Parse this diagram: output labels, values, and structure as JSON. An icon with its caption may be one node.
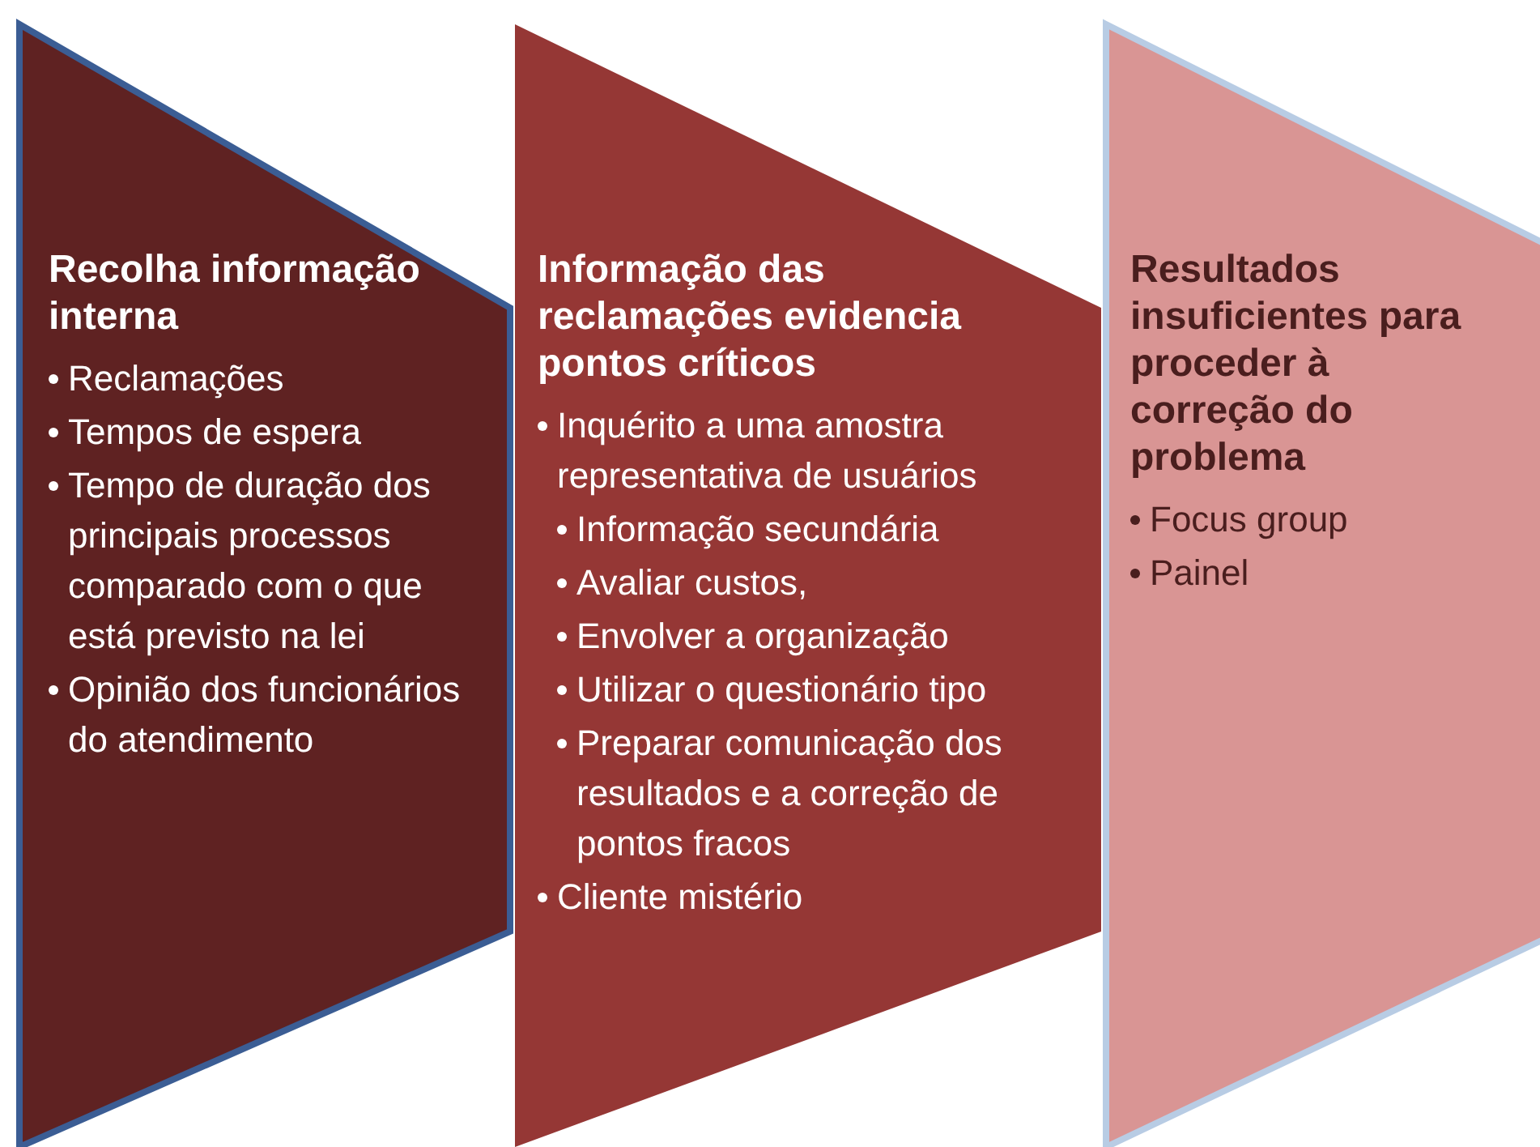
{
  "diagram": {
    "nodes": [
      {
        "text": [
          "Recolha informação interna",
          "Reclamações",
          "Tempos de espera",
          "Tempo de duração dos principais processos comparado com o que está previsto na lei",
          "Opinião dos funcionários do atendimento"
        ]
      },
      {
        "text": [
          "Informação das reclamações evidencia pontos críticos",
          "Inquérito a uma amostra representativa de usuários",
          "Informação secundária",
          "Avaliar custos,",
          "Envolver a organização",
          "Utilizar o questionário tipo",
          "Preparar comunicação dos resultados e a correção de pontos fracos",
          "Cliente mistério"
        ]
      },
      {
        "text": [
          "Resultados insuficientes para proceder à correção do problema",
          "Focus group",
          "Painel"
        ]
      }
    ]
  }
}
